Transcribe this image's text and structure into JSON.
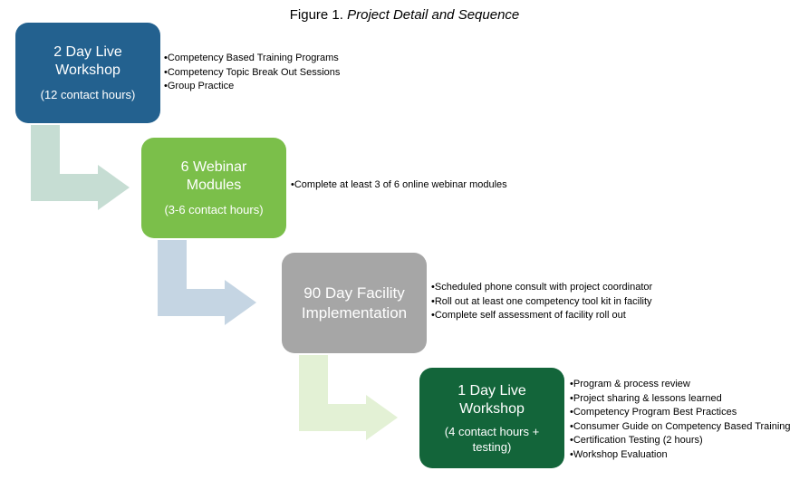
{
  "figure": {
    "label": "Figure 1.",
    "caption": "Project Detail and Sequence"
  },
  "steps": [
    {
      "title_line1": "2 Day Live",
      "title_line2": "Workshop",
      "hours": "(12 contact hours)",
      "color": "#23618f",
      "bullets": [
        "Competency Based Training Programs",
        "Competency Topic Break Out Sessions",
        "Group Practice"
      ]
    },
    {
      "title_line1": "6 Webinar",
      "title_line2": "Modules",
      "hours": "(3-6 contact hours)",
      "color": "#7bbf4a",
      "bullets": [
        "Complete at least 3 of 6 online webinar modules"
      ]
    },
    {
      "title_line1": "90 Day Facility",
      "title_line2": "Implementation",
      "hours": "",
      "color": "#a6a6a6",
      "bullets": [
        "Scheduled phone consult with project coordinator",
        "Roll out at least one competency tool kit in facility",
        "Complete self assessment of facility roll out"
      ]
    },
    {
      "title_line1": "1 Day Live",
      "title_line2": "Workshop",
      "hours_line1": "(4 contact hours +",
      "hours_line2": "testing)",
      "color": "#13653a",
      "bullets": [
        "Program & process review",
        "Project sharing & lessons learned",
        "Competency Program Best Practices",
        "Consumer Guide on Competency Based Training",
        "Certification Testing (2 hours)",
        "Workshop Evaluation"
      ]
    }
  ],
  "connectors": [
    {
      "color": "#c6ddd3"
    },
    {
      "color": "#c5d5e3"
    },
    {
      "color": "#e3f1d5"
    }
  ]
}
